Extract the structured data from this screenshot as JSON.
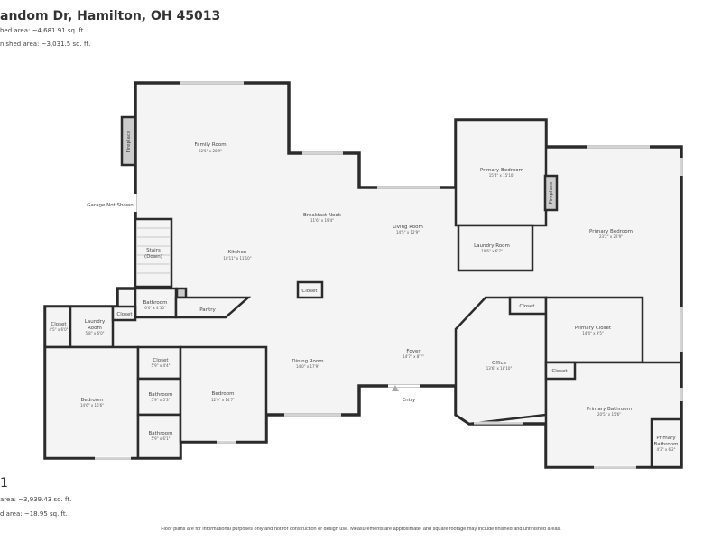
{
  "header": {
    "address": "andom Dr, Hamilton, OH 45013",
    "finished_area": "hed area: ~4,681.91 sq. ft.",
    "unfinished_area": "nished area: ~3,031.5 sq. ft."
  },
  "floor": {
    "label": "1",
    "finished_area": "area: ~3,939.43 sq. ft.",
    "unfinished_area": "d area: ~18.95 sq. ft."
  },
  "notes": {
    "garage": "Garage Not Shown",
    "entry": "Entry",
    "disclaimer": "Floor plans are for informational purposes only and not for construction or design use. Measurements are approximate, and square footage may include finished and unfinished areas."
  },
  "rooms": {
    "family_room": {
      "name": "Family Room",
      "dim": "22'5\" x 20'9\""
    },
    "breakfast_nook": {
      "name": "Breakfast Nook",
      "dim": "11'6\" x 19'4\""
    },
    "kitchen": {
      "name": "Kitchen",
      "dim": "18'11\" x 11'10\""
    },
    "living_room": {
      "name": "Living Room",
      "dim": "14'5\" x 12'9\""
    },
    "stairs": {
      "name": "Stairs",
      "sub": "(Down)"
    },
    "bathroom_1": {
      "name": "Bathroom",
      "dim": "6'0\" x 4'10\""
    },
    "pantry": {
      "name": "Pantry"
    },
    "closet_kitchen": {
      "name": "Closet"
    },
    "closet_hall": {
      "name": "Closet"
    },
    "closet_left": {
      "name": "Closet",
      "dim": "4'5\" x 6'0\""
    },
    "laundry_left": {
      "name": "Laundry",
      "name2": "Room",
      "dim": "5'8\" x 6'0\""
    },
    "bedroom_left": {
      "name": "Bedroom",
      "dim": "14'6\" x 16'6\""
    },
    "closet_mid": {
      "name": "Closet",
      "dim": "5'9\" x 4'4\""
    },
    "bathroom_2": {
      "name": "Bathroom",
      "dim": "5'9\" x 5'3\""
    },
    "bathroom_3": {
      "name": "Bathroom",
      "dim": "5'9\" x 6'1\""
    },
    "bedroom_right": {
      "name": "Bedroom",
      "dim": "12'9\" x 14'7\""
    },
    "dining_room": {
      "name": "Dining Room",
      "dim": "14'0\" x 17'9\""
    },
    "foyer": {
      "name": "Foyer",
      "dim": "14'7\" x 8'7\""
    },
    "office": {
      "name": "Office",
      "dim": "13'6\" x 18'10\""
    },
    "closet_office": {
      "name": "Closet"
    },
    "primary_bedroom_1": {
      "name": "Primary Bedroom",
      "dim": "15'4\" x 15'10\""
    },
    "laundry_room": {
      "name": "Laundry Room",
      "dim": "10'6\" x 6'7\""
    },
    "primary_bedroom_2": {
      "name": "Primary Bedroom",
      "dim": "23'2\" x 22'9\""
    },
    "primary_closet": {
      "name": "Primary Closet",
      "dim": "14'4\" x 9'5\""
    },
    "closet_bath": {
      "name": "Closet"
    },
    "primary_bathroom": {
      "name": "Primary Bathroom",
      "dim": "20'5\" x 15'6\""
    },
    "primary_bathroom_small": {
      "name": "Primary",
      "name2": "Bathroom",
      "dim": "4'3\" x 6'2\""
    },
    "fireplace": {
      "name": "Fireplace"
    }
  },
  "colors": {
    "wall": "#2b2b2b",
    "floor": "#f4f4f4",
    "fireplace": "#cccccc"
  }
}
